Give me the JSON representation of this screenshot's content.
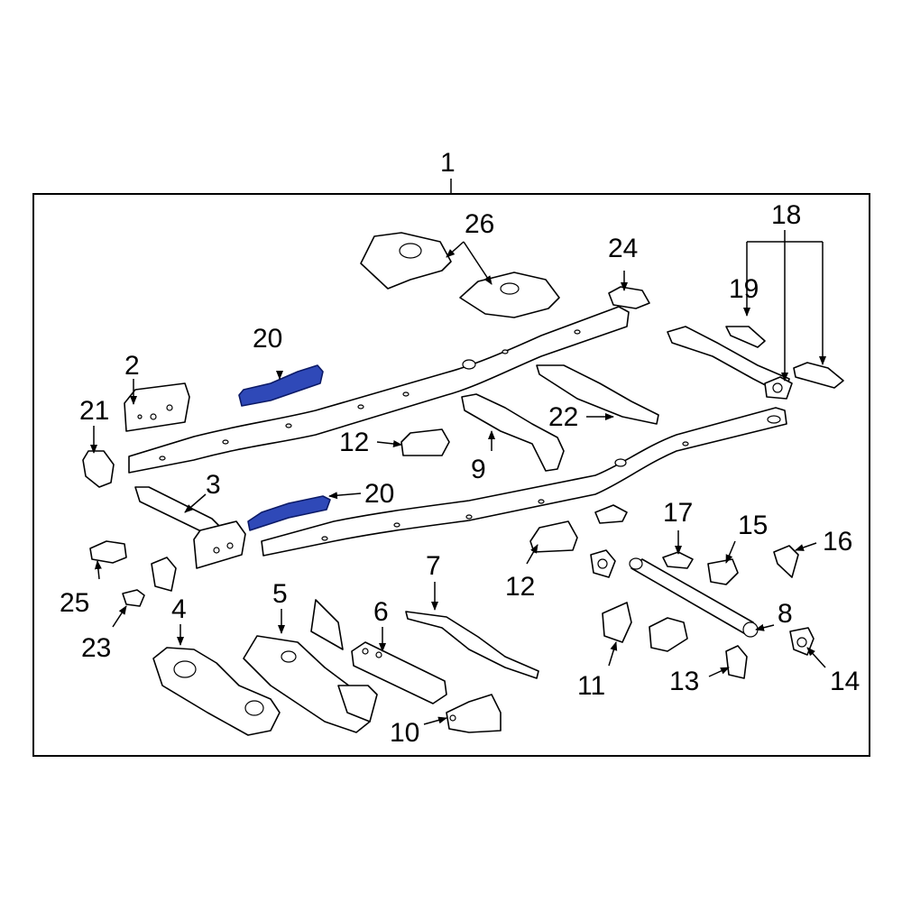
{
  "diagram": {
    "highlight_color": "#2f49b8",
    "assembly_label": "1",
    "callouts": [
      {
        "id": "c2",
        "text": "2"
      },
      {
        "id": "c3",
        "text": "3"
      },
      {
        "id": "c4",
        "text": "4"
      },
      {
        "id": "c5",
        "text": "5"
      },
      {
        "id": "c6",
        "text": "6"
      },
      {
        "id": "c7",
        "text": "7"
      },
      {
        "id": "c8",
        "text": "8"
      },
      {
        "id": "c9",
        "text": "9"
      },
      {
        "id": "c10",
        "text": "10"
      },
      {
        "id": "c11",
        "text": "11"
      },
      {
        "id": "c12a",
        "text": "12"
      },
      {
        "id": "c12b",
        "text": "12"
      },
      {
        "id": "c13",
        "text": "13"
      },
      {
        "id": "c14",
        "text": "14"
      },
      {
        "id": "c15",
        "text": "15"
      },
      {
        "id": "c16",
        "text": "16"
      },
      {
        "id": "c17",
        "text": "17"
      },
      {
        "id": "c18",
        "text": "18"
      },
      {
        "id": "c19",
        "text": "19"
      },
      {
        "id": "c20a",
        "text": "20"
      },
      {
        "id": "c20b",
        "text": "20"
      },
      {
        "id": "c21",
        "text": "21"
      },
      {
        "id": "c22",
        "text": "22"
      },
      {
        "id": "c23",
        "text": "23"
      },
      {
        "id": "c24",
        "text": "24"
      },
      {
        "id": "c25",
        "text": "25"
      },
      {
        "id": "c26",
        "text": "26"
      }
    ]
  }
}
